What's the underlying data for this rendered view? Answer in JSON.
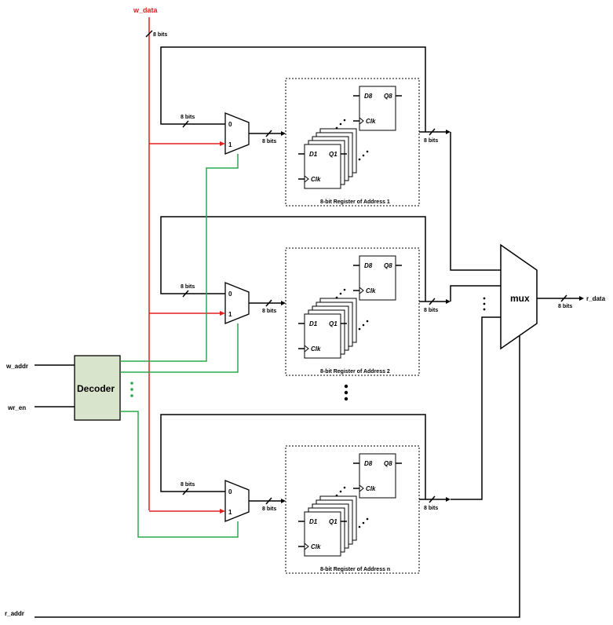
{
  "signals": {
    "w_data": "w_data",
    "w_addr": "w_addr",
    "wr_en": "wr_en",
    "r_addr": "r_addr",
    "r_data": "r_data"
  },
  "bus_width_label": "8 bits",
  "decoder_label": "Decoder",
  "mux_label": "mux",
  "mux_input_0": "0",
  "mux_input_1": "1",
  "flipflop": {
    "first_d": "D1",
    "first_q": "Q1",
    "last_d": "D8",
    "last_q": "Q8",
    "clk": "Clk"
  },
  "registers": [
    {
      "label": "8-bit Register of Address 1"
    },
    {
      "label": "8-bit Register of Address 2"
    },
    {
      "label": "8-bit Register of Address n"
    }
  ],
  "colors": {
    "write_data_wire": "#e02020",
    "decoder_select_wire": "#2aa84a",
    "decoder_fill": "#d9e4cc",
    "wire": "#000000"
  }
}
